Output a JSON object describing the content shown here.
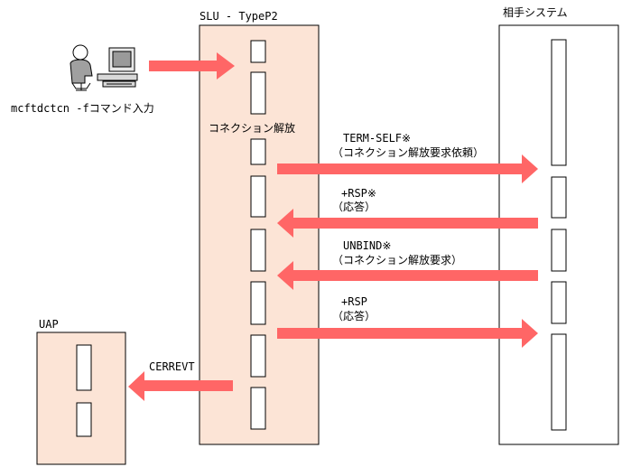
{
  "lanes": {
    "slu": {
      "title": "SLU - TypeP2",
      "note": "コネクション解放"
    },
    "remote": {
      "title": "相手システム"
    },
    "uap": {
      "title": "UAP"
    }
  },
  "command": {
    "text": "mcftdctcn -fコマンド入力",
    "icon": "user-at-computer-icon"
  },
  "messages": [
    {
      "label": "TERM-SELF※",
      "sub": "（コネクション解放要求依頼）",
      "direction": "right"
    },
    {
      "label": "+RSP※",
      "sub": "（応答）",
      "direction": "left"
    },
    {
      "label": "UNBIND※",
      "sub": "（コネクション解放要求）",
      "direction": "left"
    },
    {
      "label": "+RSP",
      "sub": "（応答）",
      "direction": "right"
    }
  ],
  "uap_event": {
    "label": "CERREVT",
    "direction": "left"
  },
  "colors": {
    "arrow": "#ff6666",
    "lane_fill": "#fce4d6",
    "lane_border": "#000000",
    "remote_fill": "#ffffff"
  }
}
